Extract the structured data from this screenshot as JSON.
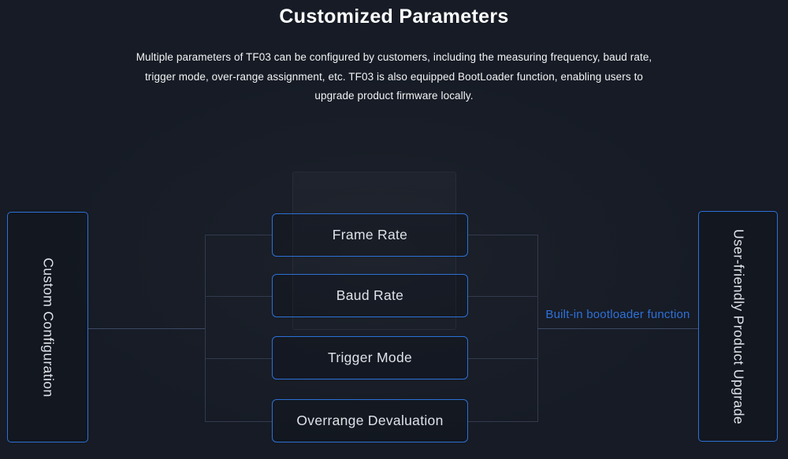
{
  "page": {
    "title": "Customized Parameters",
    "description_lines": [
      "Multiple parameters of TF03 can be configured by customers, including the measuring frequency, baud rate,",
      "trigger mode, over-range assignment, etc. TF03 is also equipped BootLoader function, enabling users to",
      "upgrade product firmware locally."
    ]
  },
  "diagram": {
    "left_node": {
      "label": "Custom Configuration"
    },
    "right_node": {
      "label": "User-friendly Product Upgrade"
    },
    "parameters": [
      {
        "label": "Frame Rate"
      },
      {
        "label": "Baud Rate"
      },
      {
        "label": "Trigger Mode"
      },
      {
        "label": "Overrange Devaluation"
      }
    ],
    "annotation": {
      "label": "Built-in bootloader function"
    },
    "colors": {
      "background": "#161b25",
      "box_border": "#2d70d5",
      "connector": "#323a4e",
      "connector_main": "#3d4866",
      "annotation_text": "#2e70d9",
      "text": "#dfe2e8"
    }
  }
}
